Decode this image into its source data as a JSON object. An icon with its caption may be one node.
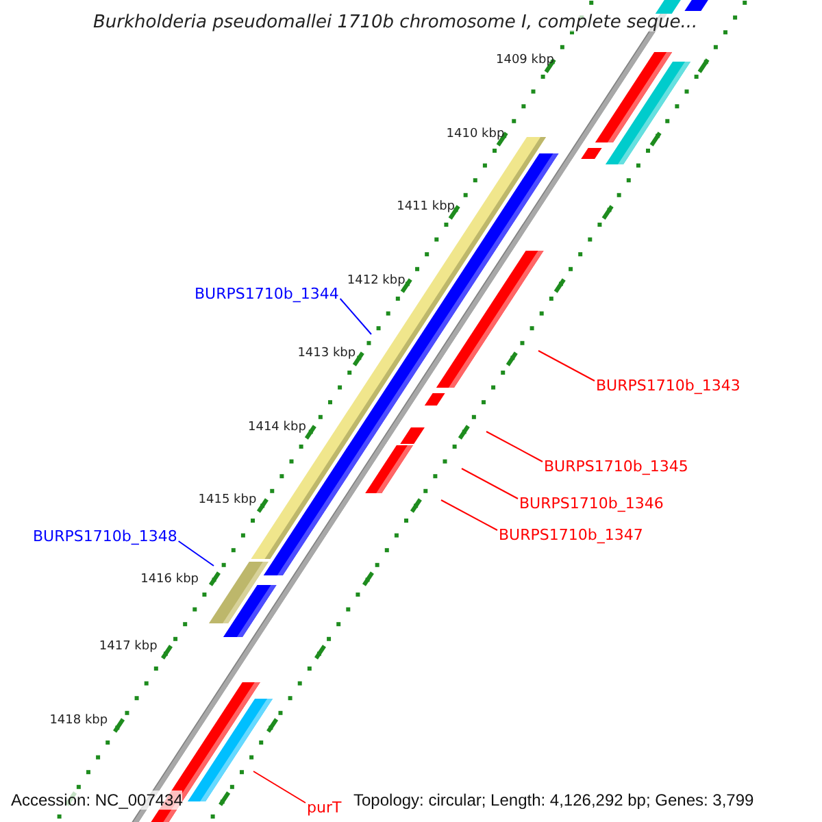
{
  "diagram": {
    "title": "Burkholderia pseudomallei 1710b chromosome I, complete seque...",
    "nodes": [
      {
        "text": [
          "BURPS1710b_1344"
        ]
      },
      {
        "text": [
          "BURPS1710b_1343"
        ]
      },
      {
        "text": [
          "BURPS1710b_1345"
        ]
      },
      {
        "text": [
          "BURPS1710b_1346"
        ]
      },
      {
        "text": [
          "BURPS1710b_1348"
        ]
      },
      {
        "text": [
          "BURPS1710b_1347"
        ]
      },
      {
        "text": [
          "purT"
        ]
      }
    ],
    "edges": [
      {
        "from": 0,
        "to": null,
        "arrow": "none",
        "color": "#0000ff"
      },
      {
        "from": 1,
        "to": null,
        "arrow": "none"
      },
      {
        "from": 2,
        "to": null,
        "arrow": "none"
      },
      {
        "from": 3,
        "to": null,
        "arrow": "none"
      },
      {
        "from": 4,
        "to": null,
        "arrow": "none",
        "color": "#0000ff"
      },
      {
        "from": 5,
        "to": null,
        "arrow": "none"
      },
      {
        "from": 6,
        "to": null,
        "arrow": "none"
      }
    ],
    "labels": [
      "1409 kbp",
      "1410 kbp",
      "1411 kbp",
      "1412 kbp",
      "1413 kbp",
      "1414 kbp",
      "1415 kbp",
      "1416 kbp",
      "1417 kbp",
      "1418 kbp",
      "Accession: NC_007434",
      "Topology: circular; Length: 4,126,292 bp; Genes: 3,799"
    ]
  }
}
